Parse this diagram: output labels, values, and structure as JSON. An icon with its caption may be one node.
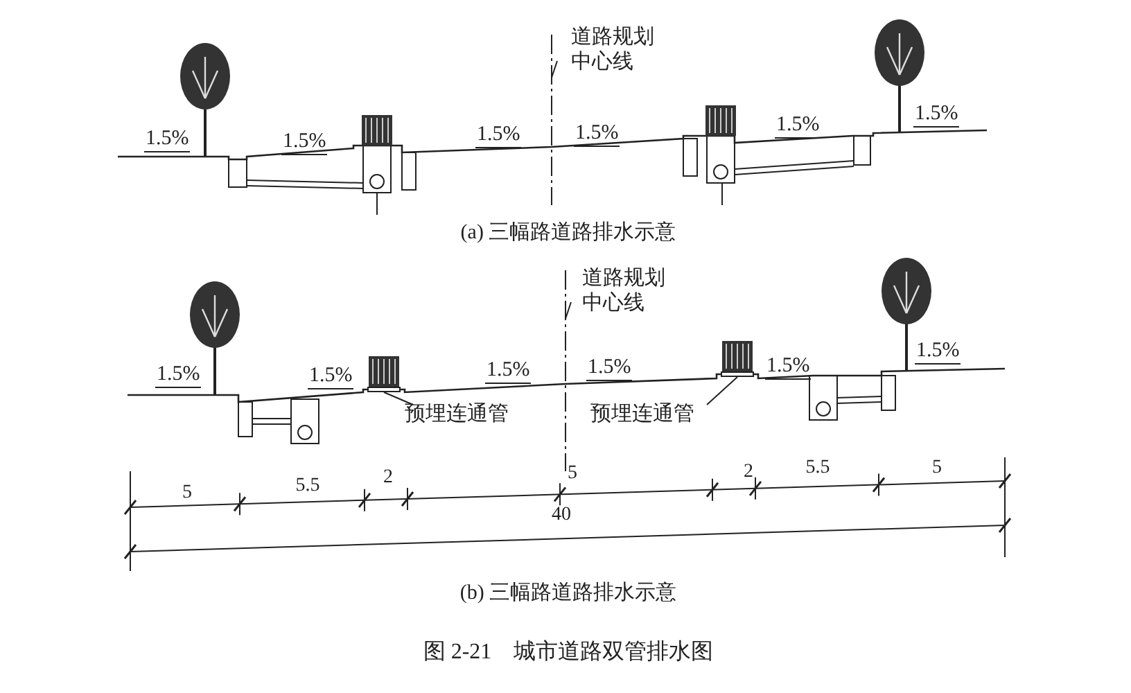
{
  "diagram": {
    "caption": "图 2-21　城市道路双管排水图",
    "nodes": [
      {
        "text": [
          "道路规划中心线"
        ]
      },
      {
        "text": [
          "预埋连通管"
        ]
      },
      {
        "text": [
          "预埋连通管"
        ]
      },
      {
        "text": [
          "道路规划中心线"
        ]
      },
      {
        "text": [],
        "shape": "bar"
      },
      {
        "text": [],
        "shape": "bar"
      }
    ],
    "edges": [
      {
        "from": 0,
        "to": null,
        "arrow": "none"
      },
      {
        "from": 3,
        "to": null,
        "arrow": "none"
      },
      {
        "from": 1,
        "to": 4,
        "arrow": "none"
      },
      {
        "from": 2,
        "to": 5,
        "arrow": "none"
      }
    ],
    "labels": [
      "1.5%",
      "1.5%",
      "1.5%",
      "1.5%",
      "1.5%",
      "1.5%",
      "(a) 三幅路道路排水示意",
      "1.5%",
      "1.5%",
      "1.5%",
      "1.5%",
      "1.5%",
      "1.5%",
      "5",
      "5.5",
      "2",
      "5",
      "2",
      "5.5",
      "5",
      "40",
      "(b) 三幅路道路排水示意"
    ]
  }
}
